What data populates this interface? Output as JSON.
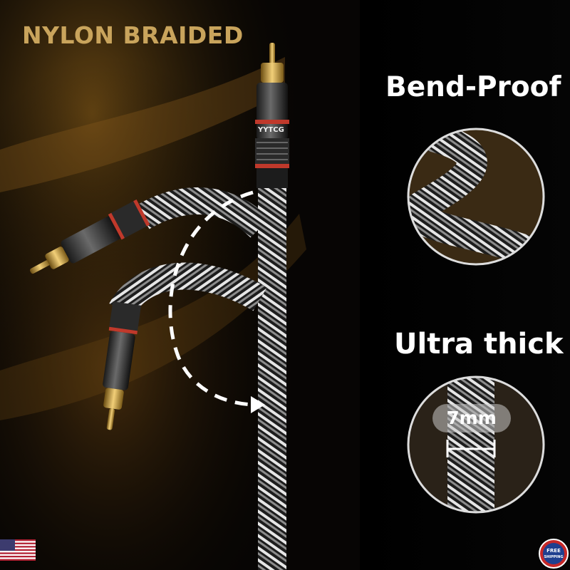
{
  "headline": "NYLON BRAIDED",
  "brand_mark": "YYTCG",
  "features": [
    {
      "title": "Bend-Proof"
    },
    {
      "title": "Ultra thick",
      "badge": "7mm"
    }
  ],
  "badges": {
    "country_flag": "us-flag-icon",
    "shipping": "FREE SHIPPING"
  },
  "colors": {
    "headline_gold": "#c9a45c",
    "connector_gold": "#d4a84a",
    "background": "#000000",
    "accent_red": "#c0392b"
  }
}
